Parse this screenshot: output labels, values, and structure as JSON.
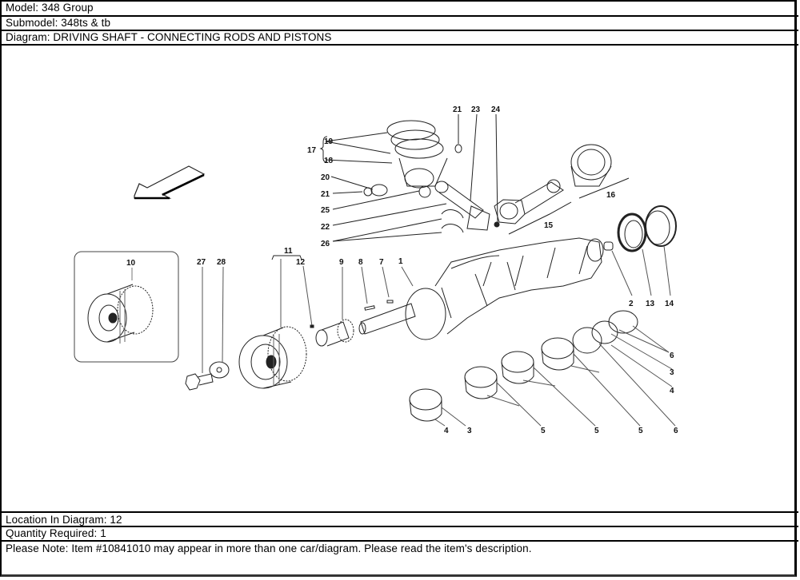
{
  "header": {
    "model": "Model: 348 Group",
    "submodel": "Submodel: 348ts & tb",
    "diagram": "Diagram: DRIVING SHAFT - CONNECTING RODS AND PISTONS"
  },
  "diagram": {
    "callouts": {
      "c1": "1",
      "c2": "2",
      "c3a": "3",
      "c3b": "3",
      "c4a": "4",
      "c4b": "4",
      "c5a": "5",
      "c5b": "5",
      "c5c": "5",
      "c6a": "6",
      "c6b": "6",
      "c7": "7",
      "c8": "8",
      "c9": "9",
      "c10": "10",
      "c11": "11",
      "c12": "12",
      "c13": "13",
      "c14": "14",
      "c15": "15",
      "c16": "16",
      "c17": "17",
      "c18": "18",
      "c19": "19",
      "c20": "20",
      "c21a": "21",
      "c21b": "21",
      "c22": "22",
      "c23": "23",
      "c24": "24",
      "c25": "25",
      "c26": "26",
      "c27": "27",
      "c28": "28"
    },
    "direction_arrow": "arrow-icon"
  },
  "footer": {
    "location": "Location In Diagram: 12",
    "quantity": "Quantity Required: 1",
    "note": "Please Note: Item #10841010 may appear in more than one car/diagram. Please read the item's description."
  }
}
